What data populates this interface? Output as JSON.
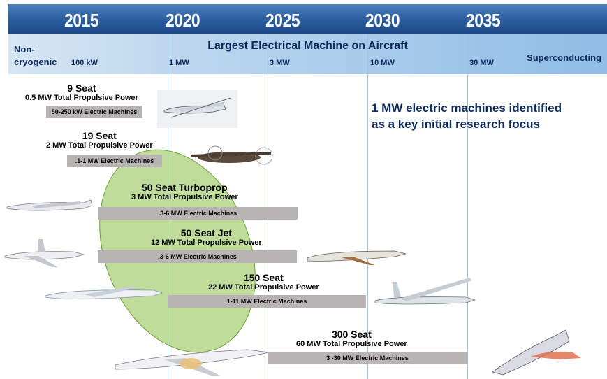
{
  "timeline": {
    "years": [
      "2015",
      "2020",
      "2025",
      "2030",
      "2035"
    ],
    "row_label_line1": "Non-",
    "row_label_line2": "cryogenic",
    "band_title": "Largest Electrical Machine on Aircraft",
    "ticks": [
      "100 kW",
      "1 MW",
      "3 MW",
      "10 MW",
      "30 MW"
    ],
    "superconducting": "Superconducting"
  },
  "aircraft": [
    {
      "seats": "9 Seat",
      "power": "0.5 MW Total Propulsive Power",
      "machines": "50-250 kW Electric Machines"
    },
    {
      "seats": "19 Seat",
      "power": "2 MW Total Propulsive Power",
      "machines": ".1-1 MW Electric Machines"
    },
    {
      "seats": "50 Seat Turboprop",
      "power": "3 MW Total Propulsive Power",
      "machines": ".3-6 MW Electric Machines"
    },
    {
      "seats": "50 Seat Jet",
      "power": "12 MW Total Propulsive Power",
      "machines": ".3-6 MW Electric Machines"
    },
    {
      "seats": "150 Seat",
      "power": "22 MW Total Propulsive Power",
      "machines": "1-11 MW Electric Machines"
    },
    {
      "seats": "300 Seat",
      "power": "60 MW Total Propulsive Power",
      "machines": "3 -30 MW Electric Machines"
    }
  ],
  "note": {
    "line1": "1 MW electric machines identified",
    "line2": "as a key initial research focus"
  },
  "colors": {
    "header_blue": "#2a5c9e",
    "band_light": "#bcd6ee",
    "bar_gray": "#b8b4b4",
    "highlight_green": "#94c458"
  }
}
